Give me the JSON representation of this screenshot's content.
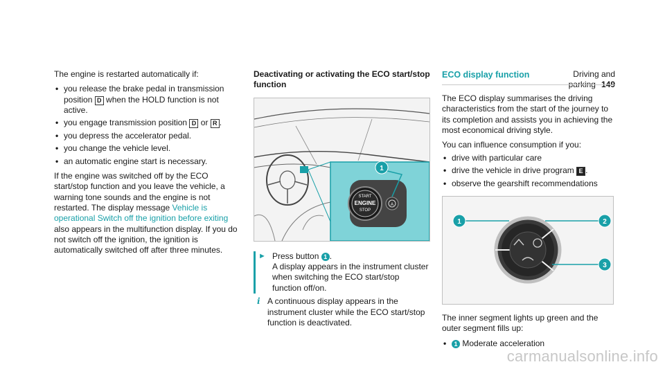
{
  "header": {
    "section": "Driving and parking",
    "page_number": "149"
  },
  "col1": {
    "intro": "The engine is restarted automatically if:",
    "items": [
      {
        "pre": "you release the brake pedal in transmission position ",
        "key1": "D",
        "post": " when the HOLD function is not active."
      },
      {
        "pre": "you engage transmission position ",
        "key1": "D",
        "mid": " or ",
        "key2": "R",
        "post": "."
      },
      {
        "pre": "you depress the accelerator pedal."
      },
      {
        "pre": "you change the vehicle level."
      },
      {
        "pre": "an automatic engine start is necessary."
      }
    ],
    "para_pre": "If the engine was switched off by the ECO start/stop function and you leave the vehicle, a warning tone sounds and the engine is not restarted. The display message ",
    "para_msg": "Vehicle is operational Switch off the ignition before exiting",
    "para_post": " also appears in the multifunction display. If you do not switch off the ignition, the ignition is automatically switched off after three minutes."
  },
  "col2": {
    "heading": "Deactivating or activating the ECO start/stop function",
    "figure_button_lines": [
      "START",
      "ENGINE",
      "STOP"
    ],
    "figure_callout": "1",
    "action_pre": "Press button ",
    "action_badge": "1",
    "action_post": ".",
    "action_result": "A display appears in the instrument cluster when switching the ECO start/stop function off/on.",
    "note_icon": "i",
    "note": "A continuous display appears in the instrument cluster while the ECO start/stop function is deactivated."
  },
  "col3": {
    "heading": "ECO display function",
    "intro": "The ECO display summarises the driving characteristics from the start of the journey to its completion and assists you in achieving the most economical driving style.",
    "influence": "You can influence consumption if you:",
    "items": [
      {
        "pre": "drive with particular care"
      },
      {
        "pre": "drive the vehicle in drive program ",
        "key1": "E",
        "post": "."
      },
      {
        "pre": "observe the gearshift recommendations"
      }
    ],
    "callouts": [
      "1",
      "2",
      "3"
    ],
    "after_figure": "The inner segment lights up green and the outer segment fills up:",
    "sub_item_badge": "1",
    "sub_item_text": "Moderate acceleration"
  },
  "watermark": "carmanualsonline.info",
  "colors": {
    "accent": "#19a0a8",
    "panel": "#7fd3d8"
  }
}
